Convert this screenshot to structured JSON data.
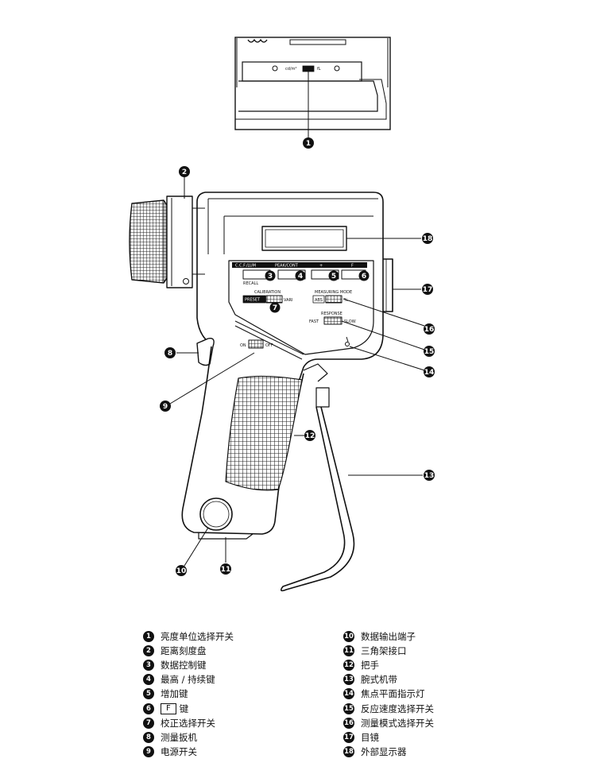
{
  "callouts": [
    "1",
    "2",
    "3",
    "4",
    "5",
    "6",
    "7",
    "8",
    "9",
    "10",
    "11",
    "12",
    "13",
    "14",
    "15",
    "16",
    "17",
    "18"
  ],
  "panel": {
    "top_labels": [
      "C.C.F./LUM",
      "PEAK/CONT",
      "+",
      "F"
    ],
    "recall": "RECALL",
    "calibration": "CALIBRATION",
    "preset": "PRESET",
    "vari": "VARI",
    "measuring_mode": "MEASURING MODE",
    "abs": "ABS",
    "percent": "%",
    "response": "RESPONSE",
    "fast": "FAST",
    "slow": "SLOW",
    "on": "ON",
    "off": "OFF",
    "inset_left": "cd/m²",
    "inset_right": "fL"
  },
  "legend": {
    "left": [
      {
        "num": "1",
        "text": "亮度单位选择开关"
      },
      {
        "num": "2",
        "text": "距离刻度盘"
      },
      {
        "num": "3",
        "text": "数据控制键"
      },
      {
        "num": "4",
        "text": "最高 / 持续键"
      },
      {
        "num": "5",
        "text": "增加键"
      },
      {
        "num": "6",
        "key": "F",
        "text": "键"
      },
      {
        "num": "7",
        "text": "校正选择开关"
      },
      {
        "num": "8",
        "text": "测量扳机"
      },
      {
        "num": "9",
        "text": "电源开关"
      }
    ],
    "right": [
      {
        "num": "10",
        "text": "数据输出端子"
      },
      {
        "num": "11",
        "text": "三角架接口"
      },
      {
        "num": "12",
        "text": "把手"
      },
      {
        "num": "13",
        "text": "腕式机带"
      },
      {
        "num": "14",
        "text": "焦点平面指示灯"
      },
      {
        "num": "15",
        "text": "反应速度选择开关"
      },
      {
        "num": "16",
        "text": "测量模式选择开关"
      },
      {
        "num": "17",
        "text": "目镜"
      },
      {
        "num": "18",
        "text": "外部显示器"
      }
    ]
  }
}
